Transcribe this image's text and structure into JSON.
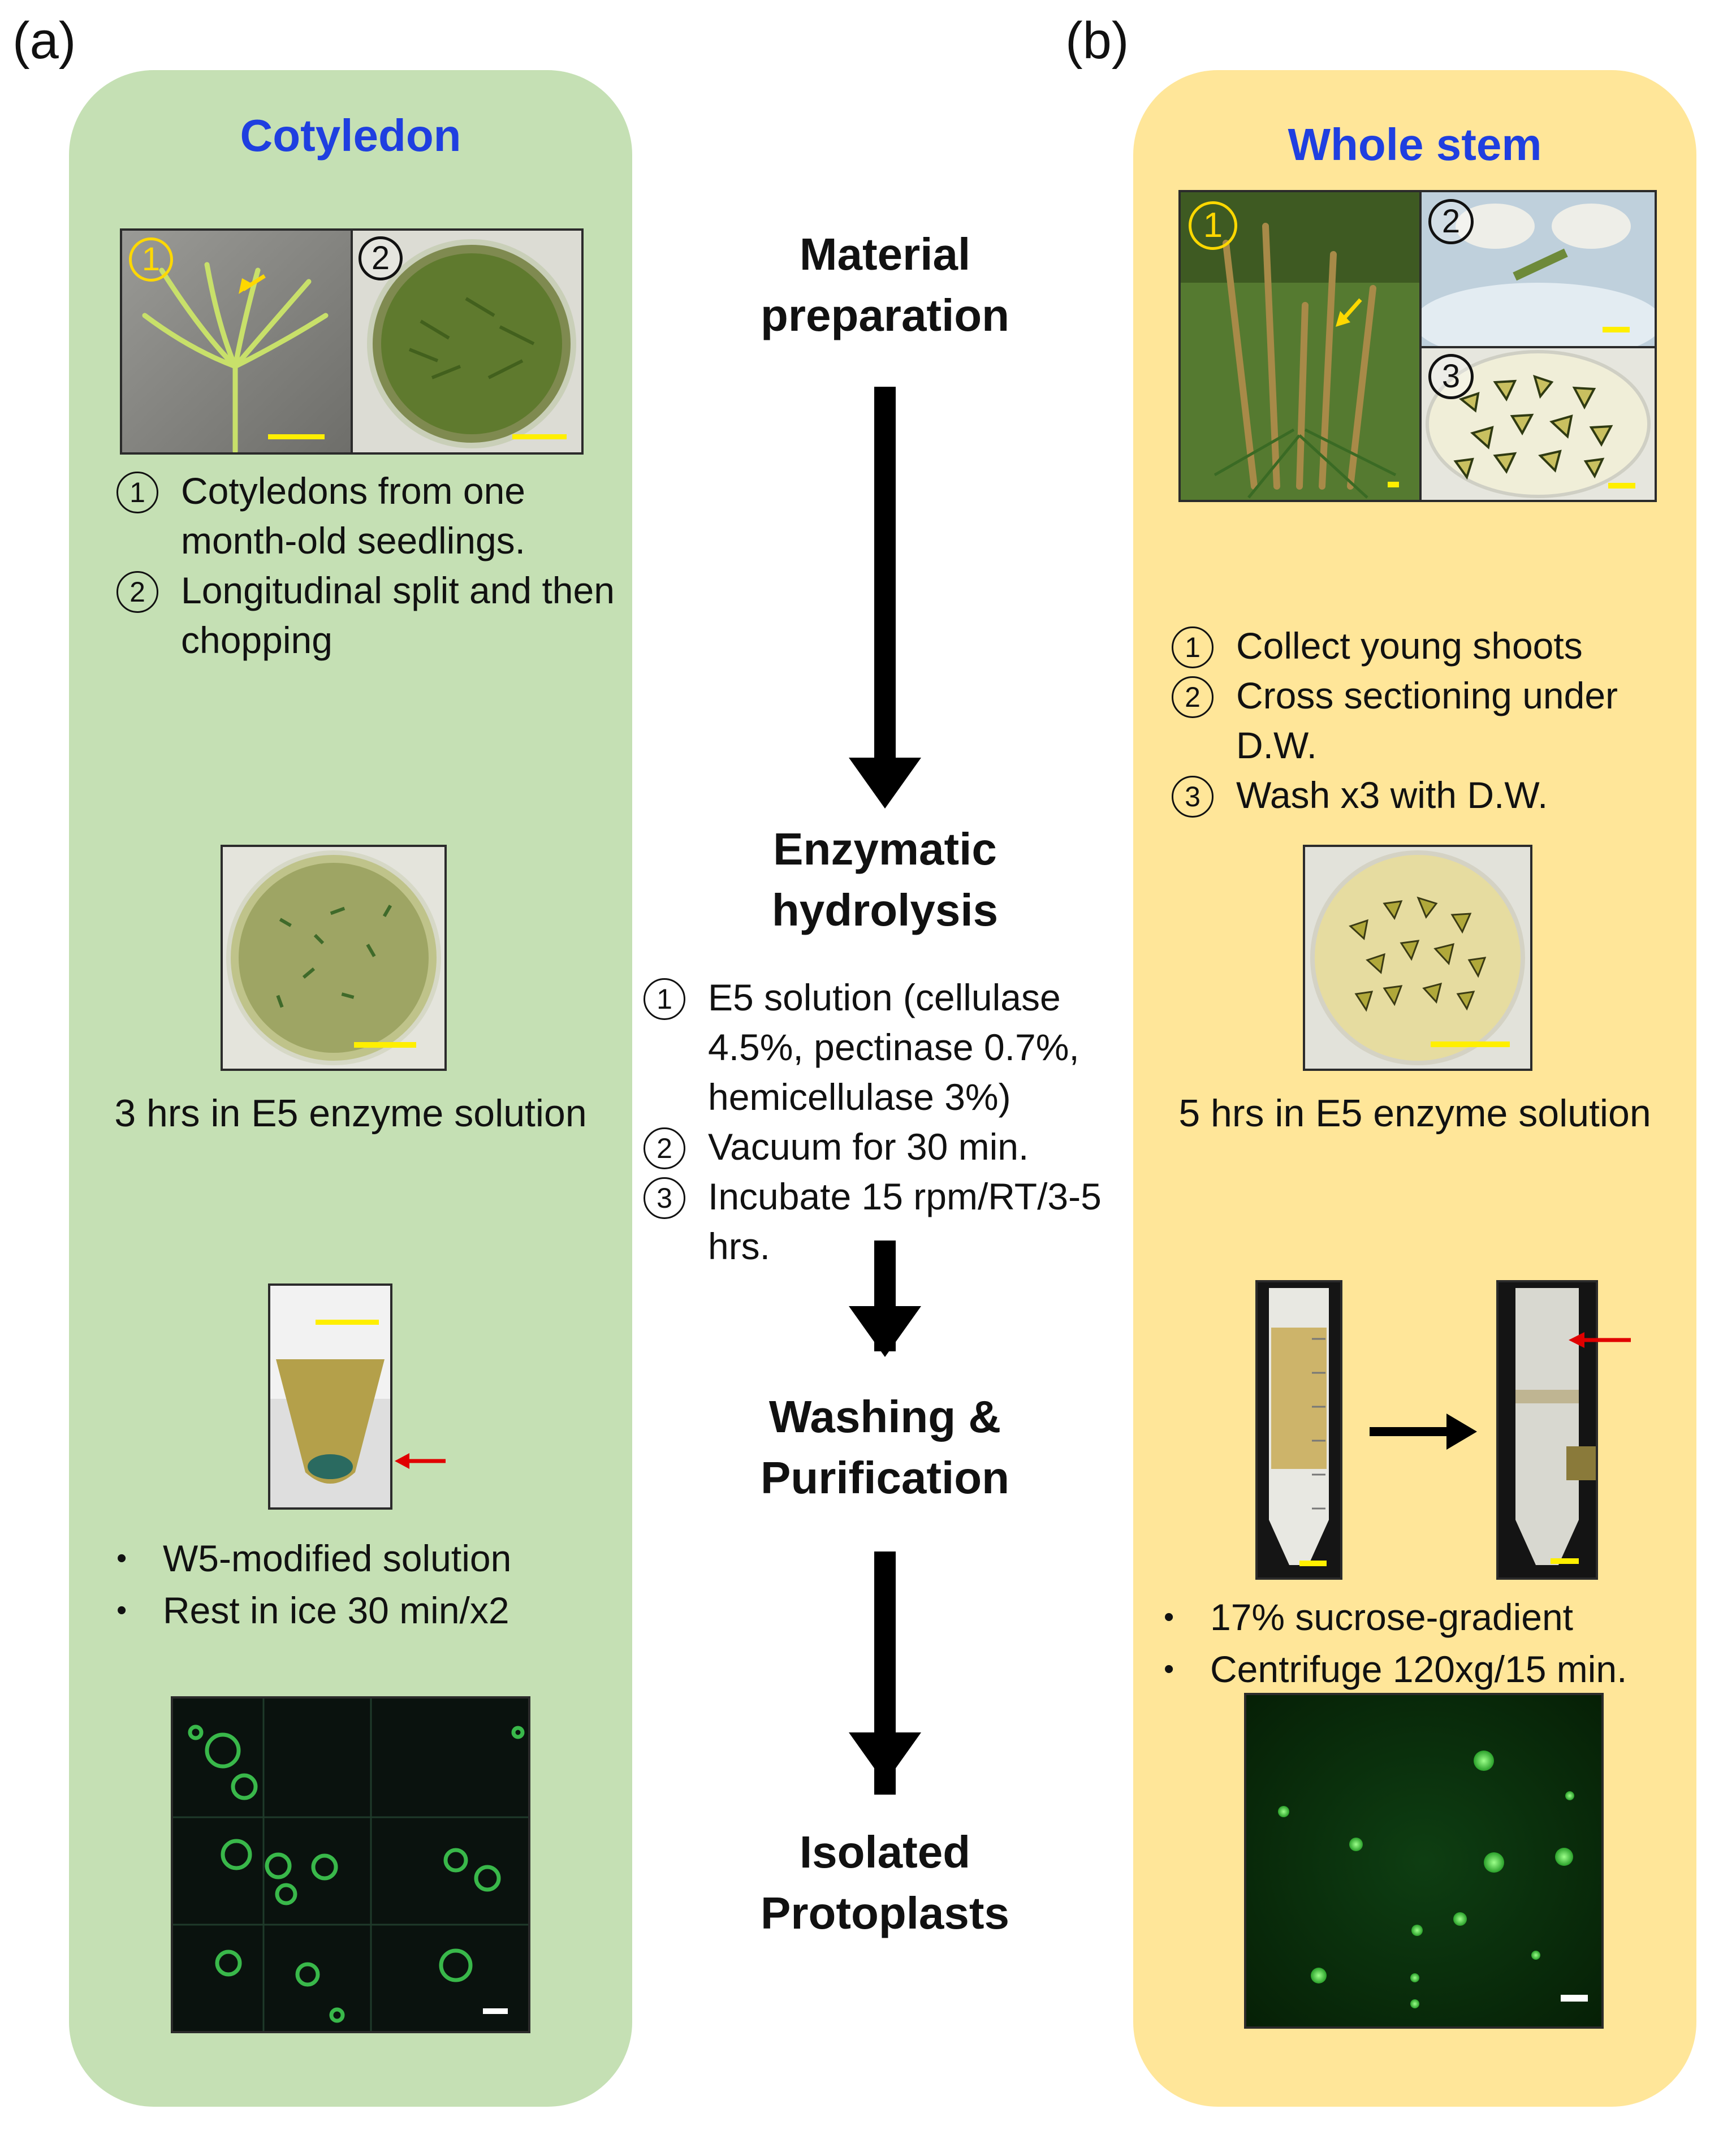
{
  "panel_a": {
    "letter": "(a)",
    "title": "Cotyledon",
    "photo1_marks": [
      "1",
      "2"
    ],
    "prep_steps": [
      {
        "num": "1",
        "text": "Cotyledons from one month-old seedlings."
      },
      {
        "num": "2",
        "text": "Longitudinal split and then chopping"
      }
    ],
    "enzyme_caption": "3 hrs in E5 enzyme solution",
    "wash_bullets": [
      "W5-modified solution",
      "Rest in ice 30 min/x2"
    ]
  },
  "panel_b": {
    "letter": "(b)",
    "title": "Whole stem",
    "photo_marks": [
      "1",
      "2",
      "3"
    ],
    "prep_steps": [
      {
        "num": "1",
        "text": "Collect young shoots"
      },
      {
        "num": "2",
        "text": "Cross sectioning under D.W."
      },
      {
        "num": "3",
        "text": "Wash x3 with D.W."
      }
    ],
    "enzyme_caption": "5 hrs in E5 enzyme solution",
    "wash_bullets": [
      "17% sucrose-gradient",
      "Centrifuge 120xg/15 min."
    ]
  },
  "center": {
    "stage1": "Material preparation",
    "stage2": "Enzymatic hydrolysis",
    "stage2_steps": [
      {
        "num": "1",
        "text": "E5 solution (cellulase 4.5%, pectinase 0.7%, hemicellulase 3%)"
      },
      {
        "num": "2",
        "text": "Vacuum for 30 min."
      },
      {
        "num": "3",
        "text": "Incubate 15 rpm/RT/3-5 hrs."
      }
    ],
    "stage3": "Washing & Purification",
    "stage4": "Isolated Protoplasts"
  },
  "colors": {
    "panel_a_bg": "#c5e0b4",
    "panel_b_bg": "#ffe699",
    "title_blue": "#1f3fe0",
    "scale_yellow": "#ffef00",
    "marker_red": "#e00000"
  }
}
